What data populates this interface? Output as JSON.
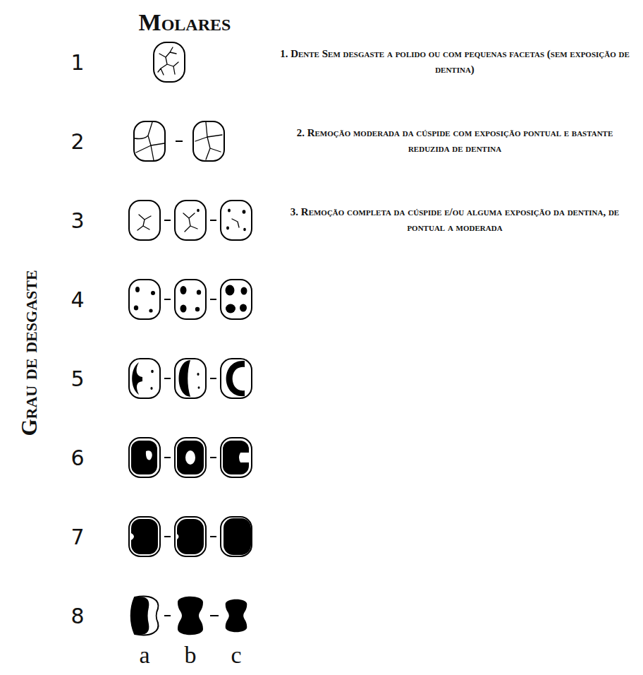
{
  "diagram": {
    "title": "Molares",
    "labels": [
      "Grau de desgaste",
      "1",
      "2",
      "3",
      "4",
      "5",
      "6",
      "7",
      "8",
      "a",
      "b",
      "c",
      "1. Dente Sem desgaste a polido ou com pequenas facetas (sem exposição de dentina)",
      "2. Remoção moderada da cúspide com exposição pontual e bastante reduzida de dentina",
      "3. Remoção completa da cúspide e/ou alguma exposição da dentina, de pontual a moderada"
    ]
  }
}
